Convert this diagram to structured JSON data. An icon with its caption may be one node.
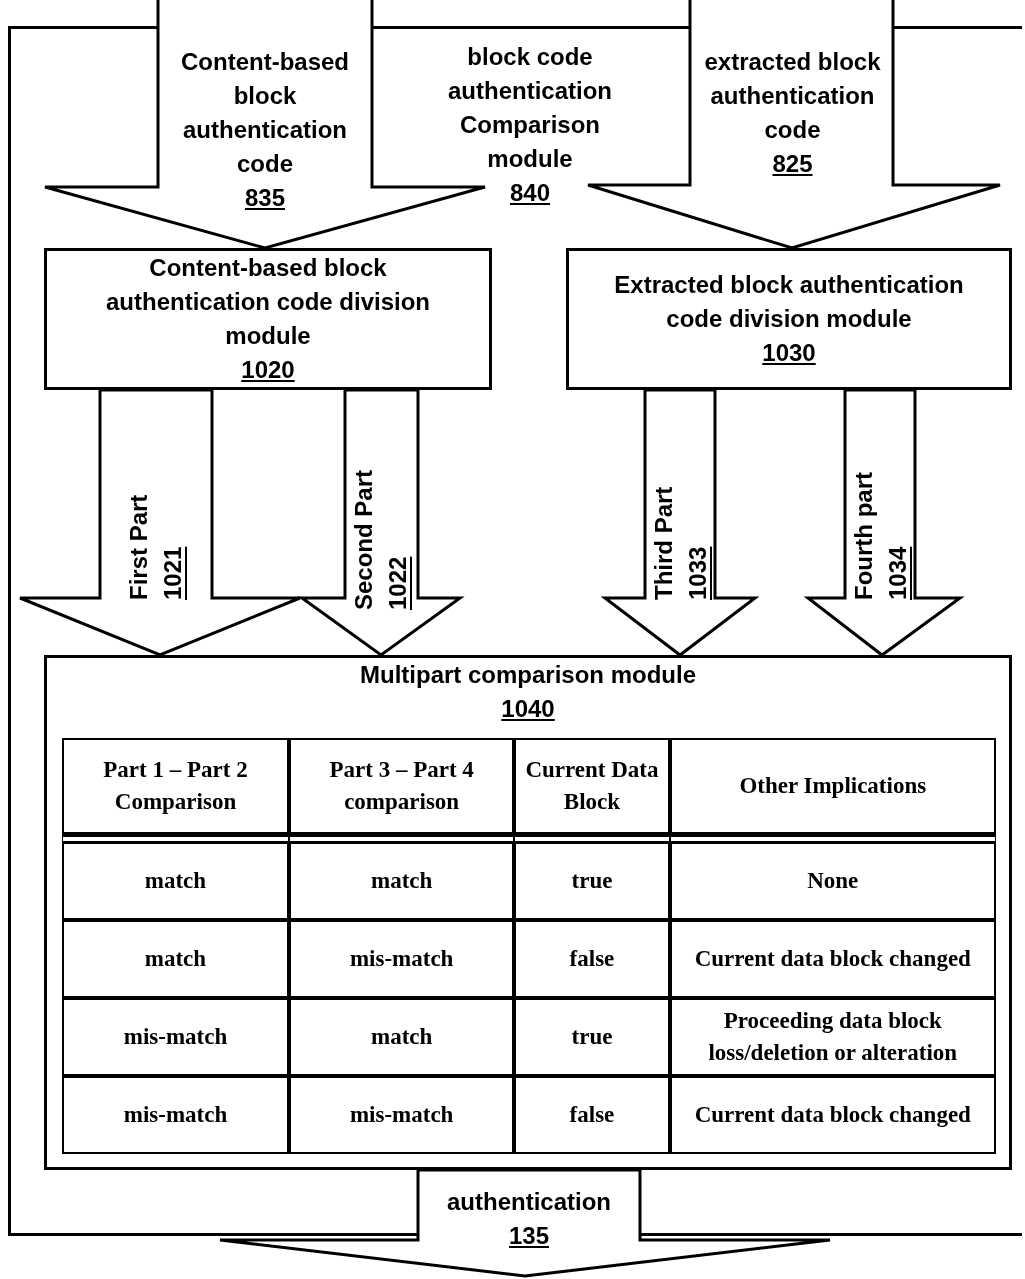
{
  "diagram": {
    "nodes": [
      {
        "text": [
          "block code authentication Comparison module",
          "840"
        ]
      },
      {
        "text": [
          "Content-based block authentication code division module",
          "1020"
        ],
        "in": 0
      },
      {
        "text": [
          "Extracted block authentication code division module",
          "1030"
        ],
        "in": 0
      },
      {
        "text": [
          "Multipart comparison module",
          "1040"
        ],
        "in": 0
      }
    ],
    "edges": [
      {
        "from": null,
        "to": 1,
        "arrow": "to",
        "label": "Content-based block authentication code 835"
      },
      {
        "from": null,
        "to": 2,
        "arrow": "to",
        "label": "extracted block authentication code 825"
      },
      {
        "from": 1,
        "to": 3,
        "arrow": "to",
        "label": "First Part 1021"
      },
      {
        "from": 1,
        "to": 3,
        "arrow": "to",
        "label": "Second Part 1022"
      },
      {
        "from": 2,
        "to": 3,
        "arrow": "to",
        "label": "Third Part 1033"
      },
      {
        "from": 2,
        "to": 3,
        "arrow": "to",
        "label": "Fourth part 1034"
      },
      {
        "from": 3,
        "to": null,
        "arrow": "to",
        "label": "authentication 135"
      }
    ],
    "labels": [
      "Part 1 – Part 2 Comparison",
      "Part 3 – Part 4 comparison",
      "Current Data Block",
      "Other Implications",
      "match",
      "match",
      "true",
      "None",
      "match",
      "mis-match",
      "false",
      "Current data block changed",
      "mis-match",
      "match",
      "true",
      "Proceeding data block loss/deletion or alteration",
      "mis-match",
      "mis-match",
      "false",
      "Current data block changed"
    ]
  }
}
